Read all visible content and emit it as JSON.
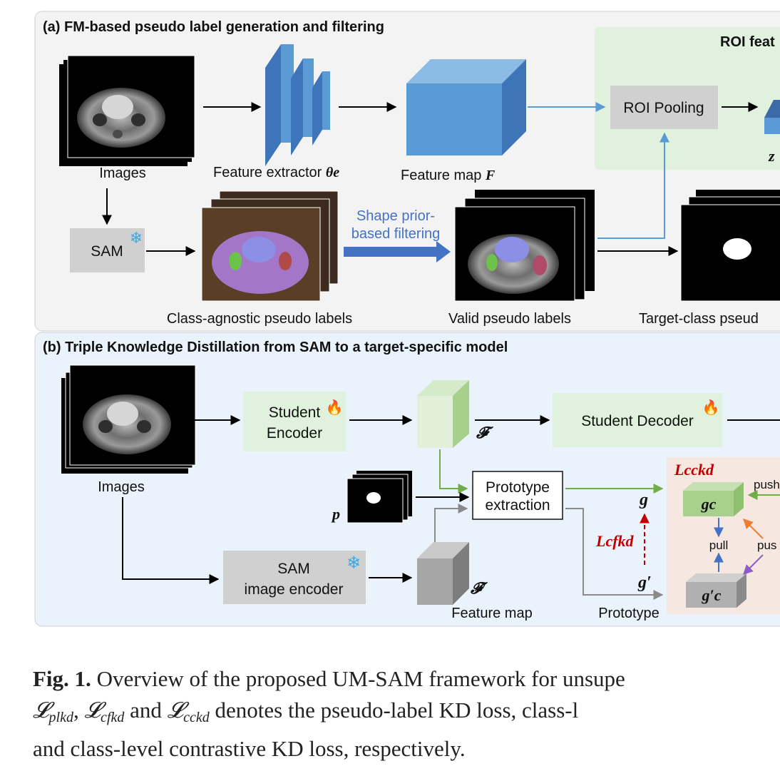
{
  "panel_a": {
    "title": "(a) FM-based pseudo label generation and filtering",
    "roi_box_title": "ROI feat",
    "roi_pooling": "ROI Pooling",
    "z_label": "z",
    "images_label": "Images",
    "feature_extractor_label": "Feature extractor ",
    "feature_extractor_symbol": "θe",
    "feature_map_label": "Feature map ",
    "feature_map_symbol": "F",
    "sam_label": "SAM",
    "filter_label_line1": "Shape prior-",
    "filter_label_line2": "based filtering",
    "class_agnostic_label": "Class-agnostic pseudo labels",
    "valid_label": "Valid pseudo labels",
    "target_class_label": "Target-class pseud"
  },
  "panel_b": {
    "title": "(b) Triple Knowledge Distillation from SAM to a target-specific model",
    "images_label": "Images",
    "student_encoder_line1": "Student",
    "student_encoder_line2": "Encoder",
    "student_feature_symbol": "𝓕",
    "student_decoder": "Student Decoder",
    "p_symbol": "p",
    "prototype_line1": "Prototype",
    "prototype_line2": "extraction",
    "g_symbol": "g",
    "g_prime_symbol": "g′",
    "l_cfkd": "Lcfkd",
    "sam_encoder_line1": "SAM",
    "sam_encoder_line2": "image encoder",
    "sam_feature_symbol": "𝓕′",
    "feature_map_label": "Feature map",
    "prototype_label": "Prototype",
    "l_cckd": "Lcckd",
    "gc_symbol": "gc",
    "g_prime_c_symbol": "g′c",
    "pull_label": "pull",
    "push_label_1": "push",
    "push_label_2": "pus"
  },
  "caption": {
    "fig_label": "Fig. 1.",
    "line1_text": " Overview of the proposed UM-SAM framework for unsupe",
    "l_plkd": "plkd",
    "l_cfkd": "cfkd",
    "l_cckd": "cckd",
    "line2_and": " and ",
    "line2_rest": " denotes the pseudo-label KD loss, class-l",
    "line3": "and class-level contrastive KD loss, respectively."
  },
  "colors": {
    "panel_a_bg": "#f3f3f3",
    "panel_b_bg": "#eaf2fb",
    "roi_box_bg": "#e0f1de",
    "student_box_bg": "#e0f1de",
    "cube_blue": "#5b9bd5",
    "filter_arrow": "#4472c4",
    "loss_red": "#c00000",
    "green_arrow": "#70ad47",
    "orange_arrow": "#ed7d31",
    "purple_arrow": "#8e5ec7",
    "contrast_bg": "#f6e8e0"
  }
}
